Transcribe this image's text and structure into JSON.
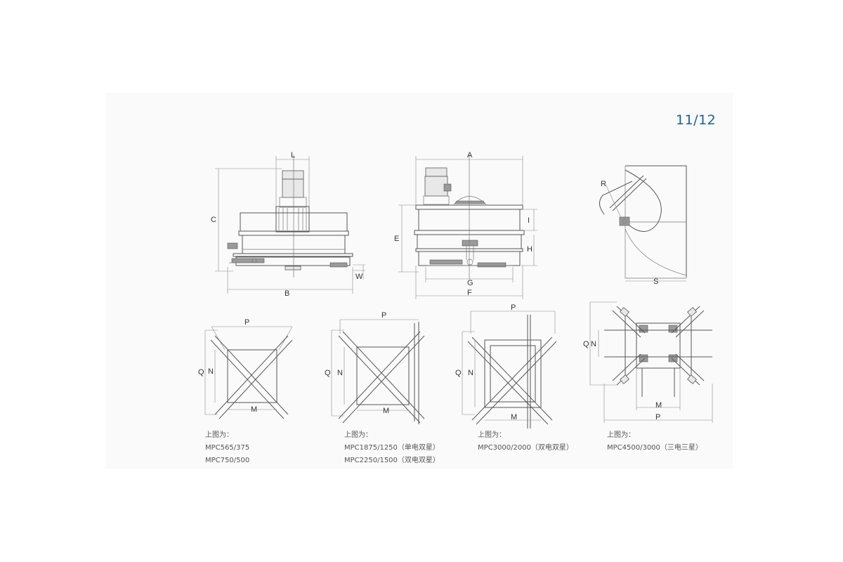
{
  "page_number": "11/12",
  "dimension_labels": {
    "L": "L",
    "C": "C",
    "B": "B",
    "W": "W",
    "A": "A",
    "E": "E",
    "I": "I",
    "H": "H",
    "G": "G",
    "F": "F",
    "R": "R",
    "S": "S",
    "P": "P",
    "Q": "Q",
    "N": "N",
    "M": "M"
  },
  "captions": [
    {
      "heading": "上图为：",
      "lines": [
        "MPC565/375",
        "MPC750/500"
      ]
    },
    {
      "heading": "上图为：",
      "lines": [
        "MPC1875/1250（单电双星）",
        "MPC2250/1500（双电双星）"
      ]
    },
    {
      "heading": "上图为：",
      "lines": [
        "MPC3000/2000（双电双星）"
      ]
    },
    {
      "heading": "上图为：",
      "lines": [
        "MPC4500/3000（三电三星）"
      ]
    }
  ]
}
